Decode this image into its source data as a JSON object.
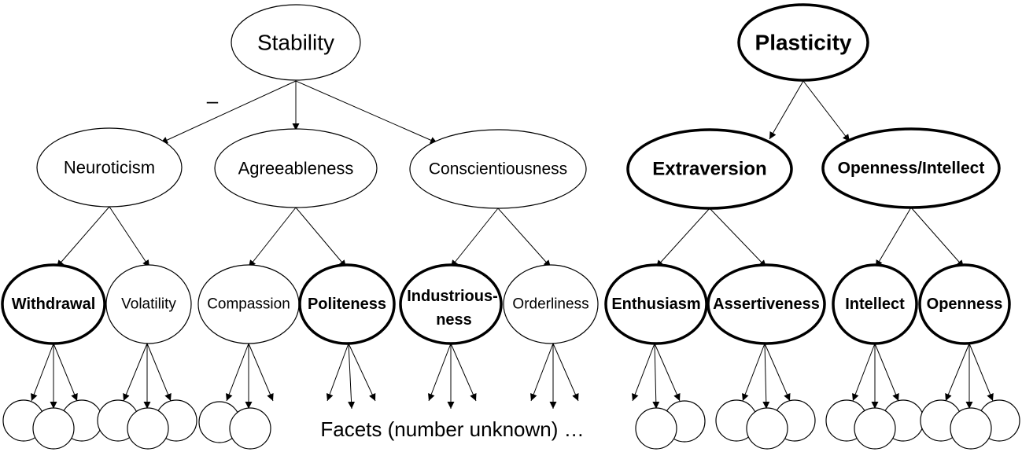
{
  "nodes": {
    "stability": "Stability",
    "plasticity": "Plasticity",
    "neuroticism": "Neuroticism",
    "agreeableness": "Agreeableness",
    "conscientiousness": "Conscientiousness",
    "extraversion": "Extraversion",
    "openness_intellect": "Openness/Intellect",
    "withdrawal": "Withdrawal",
    "volatility": "Volatility",
    "compassion": "Compassion",
    "politeness": "Politeness",
    "industriousness_line1": "Industrious-",
    "industriousness_line2": "ness",
    "orderliness": "Orderliness",
    "enthusiasm": "Enthusiasm",
    "assertiveness": "Assertiveness",
    "intellect": "Intellect",
    "openness": "Openness"
  },
  "annotations": {
    "negative_sign": "–",
    "facets": "Facets (number unknown) …"
  }
}
